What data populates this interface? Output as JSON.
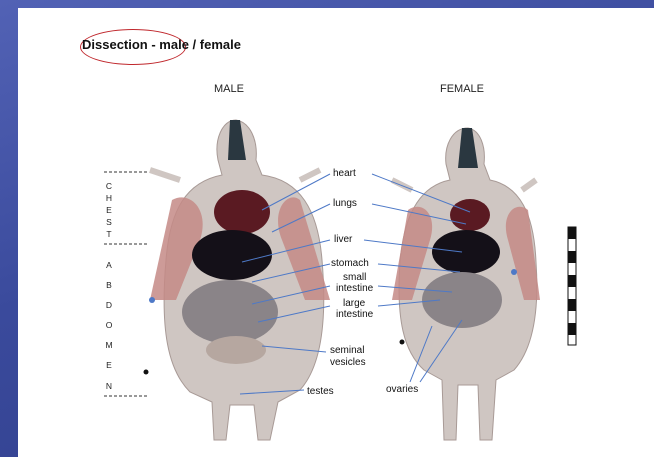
{
  "slide": {
    "title": "Dissection - male / female",
    "male_heading": "MALE",
    "female_heading": "FEMALE"
  },
  "regions": {
    "chest_letters": [
      "C",
      "H",
      "E",
      "S",
      "T"
    ],
    "abdomen_letters": [
      "A",
      "B",
      "D",
      "O",
      "M",
      "E",
      "N"
    ]
  },
  "labels": {
    "heart": "heart",
    "lungs": "lungs",
    "liver": "liver",
    "stomach": "stomach",
    "small_intestine_1": "small",
    "small_intestine_2": "intestine",
    "large_intestine_1": "large",
    "large_intestine_2": "intestine",
    "seminal_1": "seminal",
    "seminal_2": "vesicles",
    "testes": "testes",
    "ovaries": "ovaries"
  },
  "colors": {
    "background": "#3f4fa2",
    "title_circle": "#c0282d",
    "pointer": "#4e79c7",
    "tissue": "#c48a86"
  }
}
